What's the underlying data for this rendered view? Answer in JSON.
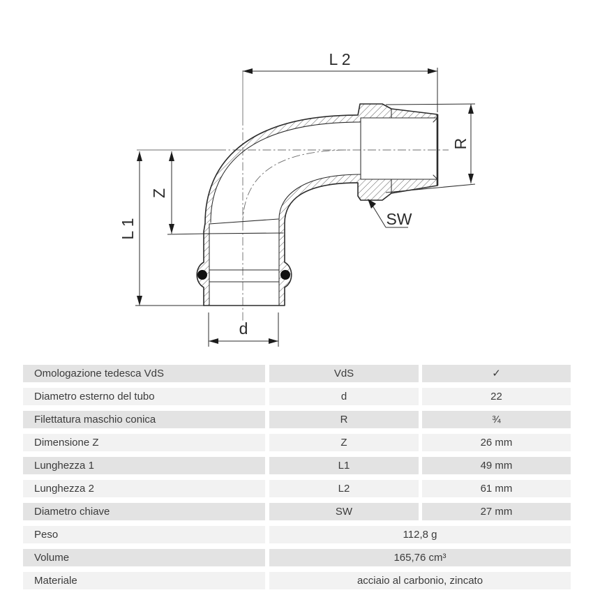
{
  "diagram": {
    "dimension_labels": {
      "l2": "L 2",
      "l1": "L 1",
      "z": "Z",
      "r": "R",
      "sw": "SW",
      "d": "d"
    }
  },
  "table": {
    "rows": [
      {
        "label": "Omologazione tedesca VdS",
        "symbol": "VdS",
        "value": "✓"
      },
      {
        "label": "Diametro esterno del tubo",
        "symbol": "d",
        "value": "22"
      },
      {
        "label": "Filettatura maschio conica",
        "symbol": "R",
        "value": "¾"
      },
      {
        "label": "Dimensione Z",
        "symbol": "Z",
        "value": "26 mm"
      },
      {
        "label": "Lunghezza 1",
        "symbol": "L1",
        "value": "49 mm"
      },
      {
        "label": "Lunghezza 2",
        "symbol": "L2",
        "value": "61 mm"
      },
      {
        "label": "Diametro chiave",
        "symbol": "SW",
        "value": "27 mm"
      },
      {
        "label": "Peso",
        "value": "112,8 g",
        "span": true
      },
      {
        "label": "Volume",
        "value": "165,76 cm³",
        "span": true
      },
      {
        "label": "Materiale",
        "value": "acciaio al carbonio, zincato",
        "span": true
      }
    ]
  },
  "colors": {
    "row_dark": "#e3e3e3",
    "row_light": "#f2f2f2",
    "line": "#2b2b2b"
  }
}
